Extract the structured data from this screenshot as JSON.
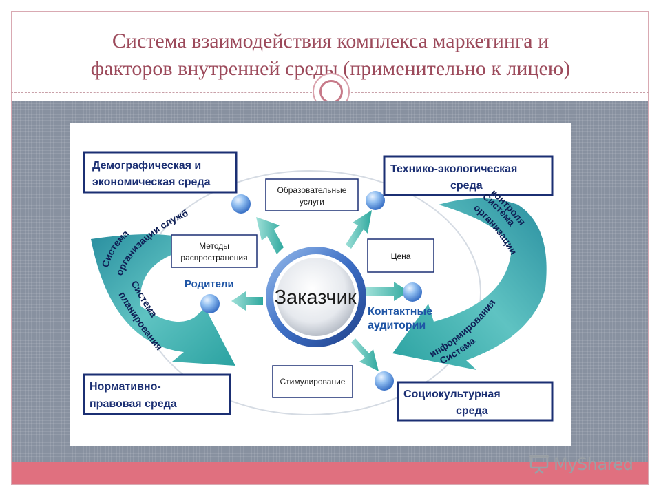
{
  "slide": {
    "title_line1": "Система взаимодействия комплекса маркетинга и",
    "title_line2": "факторов внутренней среды (применительно к лицею)"
  },
  "diagram": {
    "center": "Заказчик",
    "env_boxes": {
      "demographic": [
        "Демографическая и",
        "экономическая среда"
      ],
      "technical": [
        "Технико-экологическая",
        "среда"
      ],
      "normative": [
        "Нормативно-",
        "правовая среда"
      ],
      "sociocultural": [
        "Социокультурная",
        "среда"
      ]
    },
    "mix_boxes": {
      "education": [
        "Образовательные",
        "услуги"
      ],
      "methods": [
        "Методы",
        "распространения"
      ],
      "price": [
        "Цена"
      ],
      "promotion": [
        "Стимулирование"
      ]
    },
    "free_labels": {
      "parents": "Родители",
      "audiences": [
        "Контактные",
        "аудитории"
      ]
    },
    "arc_labels": {
      "left_services": [
        "Система",
        "организации служб"
      ],
      "left_planning": [
        "Система",
        "планирования"
      ],
      "right_control": [
        "Система",
        "организации",
        "контроля"
      ],
      "right_info": [
        "Система",
        "информирования"
      ]
    },
    "colors": {
      "box_border": "#1b2f73",
      "box_text": "#1b2f73",
      "arrow": "#38b0a7",
      "sphere": "#6aa4e6",
      "center_ring": "#3d6ec4"
    }
  },
  "footer": {
    "brand": "MyShared"
  }
}
